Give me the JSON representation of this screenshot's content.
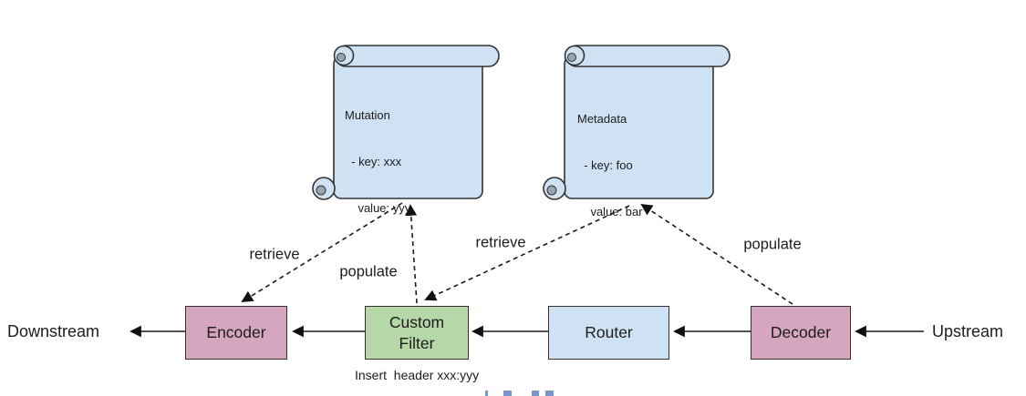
{
  "scrolls": [
    {
      "title": "Mutation",
      "line1": "  - key: xxx",
      "line2": "    value: yyy"
    },
    {
      "title": "Metadata",
      "line1": "  - key: foo",
      "line2": "    value: bar"
    }
  ],
  "nodes": [
    {
      "id": "encoder",
      "label": "Encoder"
    },
    {
      "id": "custom-filter",
      "label": "Custom Filter"
    },
    {
      "id": "router",
      "label": "Router"
    },
    {
      "id": "decoder",
      "label": "Decoder"
    }
  ],
  "endpoints": {
    "left": "Downstream",
    "right": "Upstream"
  },
  "edges": [
    {
      "id": "mutation-to-encoder",
      "label": "retrieve"
    },
    {
      "id": "filter-to-mutation",
      "label": "populate"
    },
    {
      "id": "metadata-to-filter",
      "label": "retrieve"
    },
    {
      "id": "decoder-to-metadata",
      "label": "populate"
    }
  ],
  "caption": "Insert  header xxx:yyy",
  "colors": {
    "scroll_fill": "#cfe2f3",
    "router_fill": "#cfe2f3",
    "codec_fill": "#d5a6bd",
    "filter_fill": "#b6d7a8",
    "shape_stroke": "#333333",
    "arrow_stroke": "#1a1a1a",
    "curl_gray": "#9aa5b0",
    "link_blue": "#4a73b8"
  }
}
